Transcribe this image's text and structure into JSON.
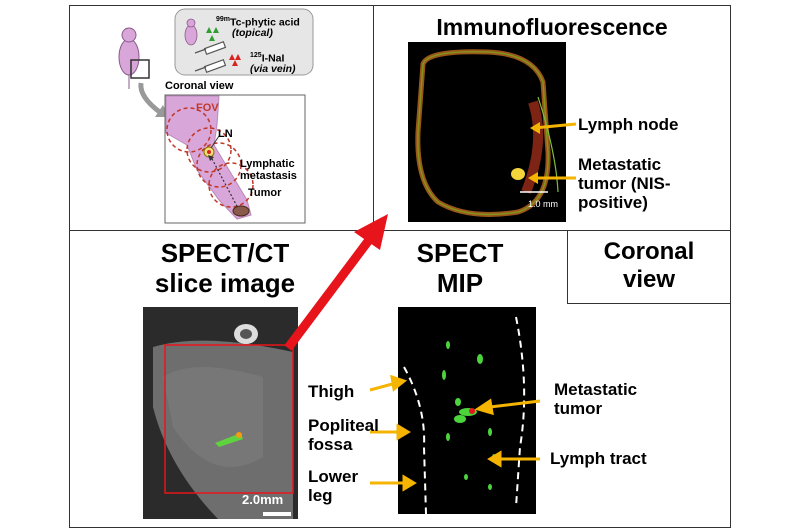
{
  "schematic": {
    "tracer_tc": "Tc-phytic acid",
    "tracer_tc_superscript": "99m",
    "tracer_tc_route": "(topical)",
    "tracer_i": "I-NaI",
    "tracer_i_superscript": "125",
    "tracer_i_route": "(via vein)",
    "coronal_view": "Coronal view",
    "fov": "FOV",
    "ln": "LN",
    "lymphatic_metastasis_1": "Lymphatic",
    "lymphatic_metastasis_2": "metastasis",
    "tumor": "Tumor"
  },
  "immuno": {
    "title": "Immunofluorescence",
    "lymph_node": "Lymph node",
    "metastatic_1": "Metastatic",
    "metastatic_2": "tumor (NIS-",
    "metastatic_3": "positive)",
    "scale": "1.0 mm"
  },
  "spect_ct": {
    "title_1": "SPECT/CT",
    "title_2": "slice image",
    "scale": "2.0mm"
  },
  "spect_mip": {
    "title_1": "SPECT",
    "title_2": "MIP",
    "thigh": "Thigh",
    "popliteal_1": "Popliteal",
    "popliteal_2": "fossa",
    "lower_1": "Lower",
    "lower_2": "leg",
    "metastatic_1": "Metastatic",
    "metastatic_2": "tumor",
    "lymph_tract": "Lymph tract"
  },
  "coronal_box": {
    "line_1": "Coronal",
    "line_2": "view"
  },
  "colors": {
    "arrow_red": "#e8141b",
    "arrow_yellow": "#f5b400",
    "mouse_pink": "#d9a6d9",
    "fov_red": "#c0392b"
  }
}
